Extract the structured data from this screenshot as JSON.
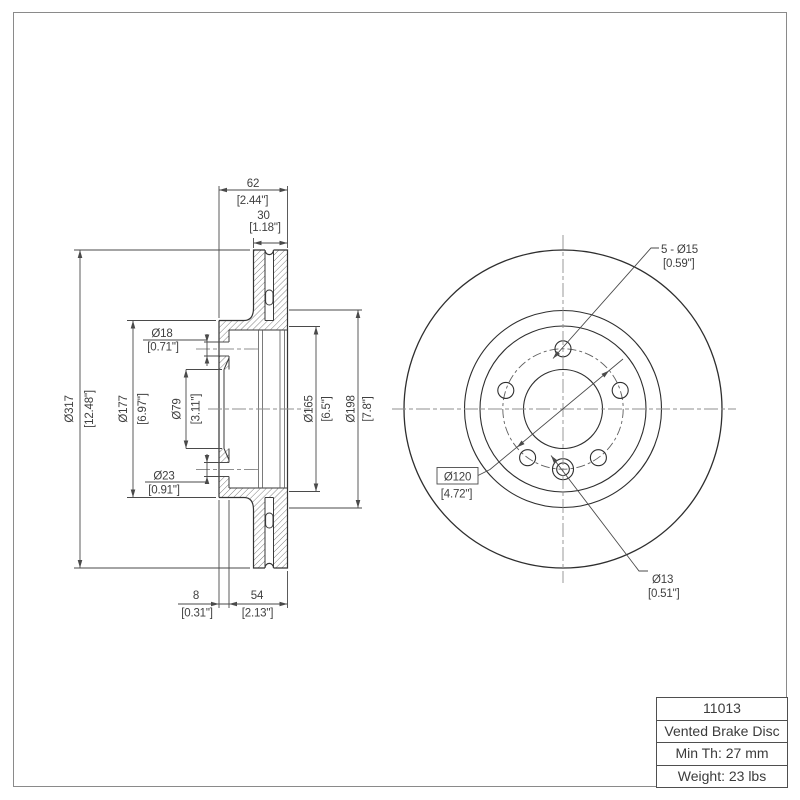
{
  "section_view": {
    "dims": {
      "width62": "62",
      "width62_in": "[2.44\"]",
      "thk30": "30",
      "thk30_in": "[1.18\"]",
      "d317": "Ø317",
      "d317_in": "[12.48\"]",
      "d177": "Ø177",
      "d177_in": "[6.97\"]",
      "d18": "Ø18",
      "d18_in": "[0.71\"]",
      "d79": "Ø79",
      "d79_in": "[3.11\"]",
      "d23": "Ø23",
      "d23_in": "[0.91\"]",
      "d165": "Ø165",
      "d165_in": "[6.5\"]",
      "d198": "Ø198",
      "d198_in": "[7.8\"]",
      "off8": "8",
      "off8_in": "[0.31\"]",
      "depth54": "54",
      "depth54_in": "[2.13\"]"
    }
  },
  "front_view": {
    "dims": {
      "bolt_holes": "5 - Ø15",
      "bolt_holes_in": "[0.59\"]",
      "bolt_circle": "Ø120",
      "bolt_circle_in": "[4.72\"]",
      "pin_hole": "Ø13",
      "pin_hole_in": "[0.51\"]"
    }
  },
  "title_block": {
    "part_number": "11013",
    "product": "Vented Brake Disc",
    "min_thickness": "Min Th: 27 mm",
    "weight": "Weight: 23 lbs"
  },
  "colors": {
    "line": "#3a3a3a",
    "centerline": "#8f8f8f",
    "bolt_circle_line": "#5f5f5f",
    "text": "#3f3f3f",
    "page_border": "#8a8a8a"
  }
}
